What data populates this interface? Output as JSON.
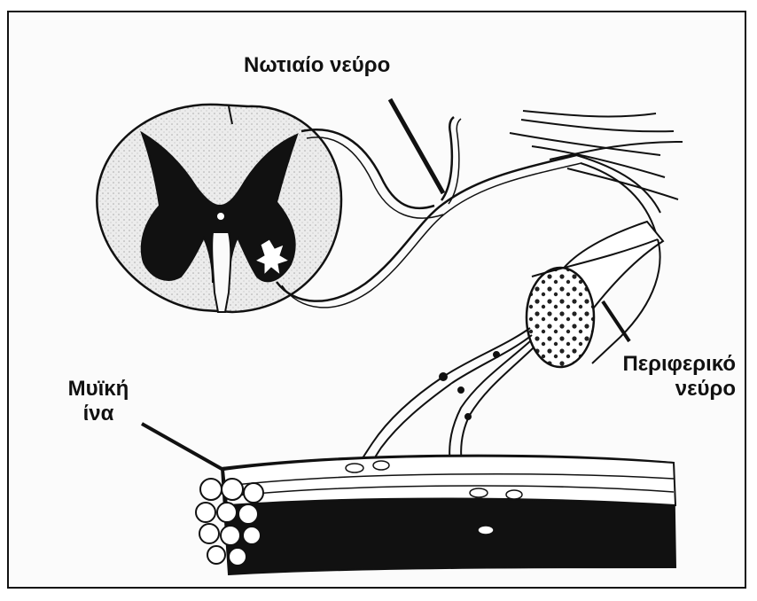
{
  "labels": {
    "spinal_nerve": "Νωτιαίο νεύρο",
    "muscle_fiber_line1": "Μυϊκή",
    "muscle_fiber_line2": "ίνα",
    "peripheral_nerve_line1": "Περιφερικό",
    "peripheral_nerve_line2": "νεύρο"
  }
}
